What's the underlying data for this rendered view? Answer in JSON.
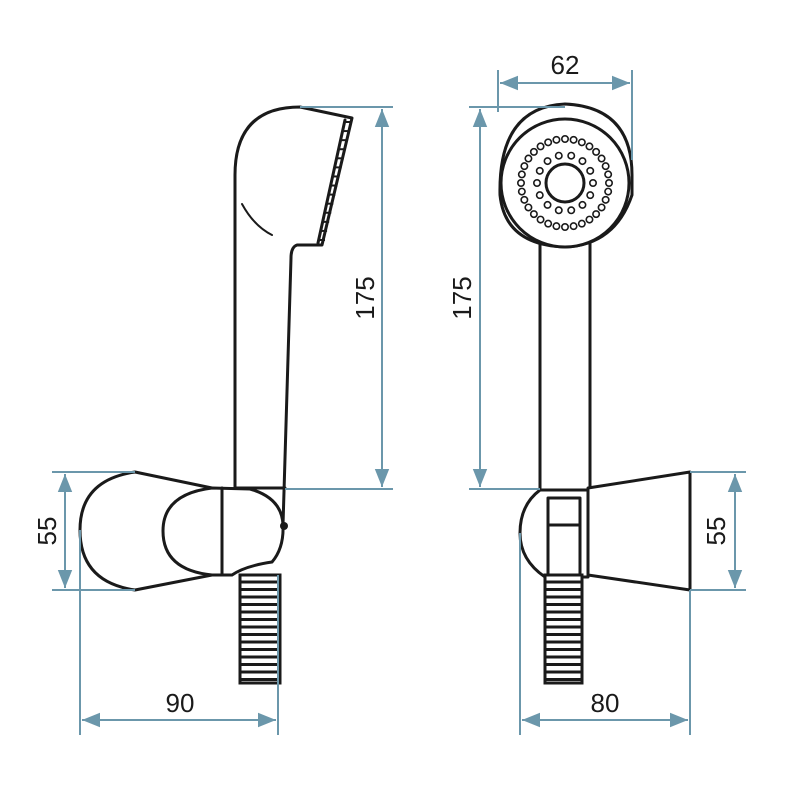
{
  "dimensions": {
    "width_top": "62",
    "height_side": "175",
    "height_front": "175",
    "bracket_height_side": "55",
    "bracket_height_front": "55",
    "depth_side": "90",
    "depth_front": "80"
  },
  "colors": {
    "dimension_line": "#6b97ab",
    "outline": "#1a1a1a"
  }
}
